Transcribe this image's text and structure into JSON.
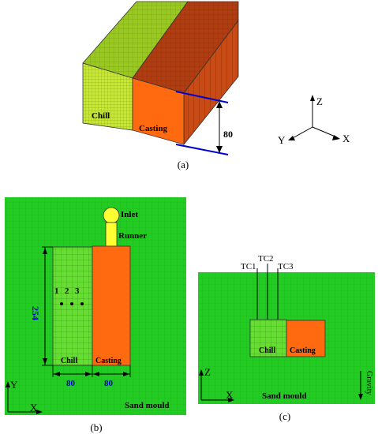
{
  "panel_a": {
    "caption": "(a)",
    "chill_label": "Chill",
    "casting_label": "Casting",
    "dim_height": "80",
    "axis_z": "Z",
    "axis_y": "Y",
    "axis_x": "X",
    "colors": {
      "chill": "#c8e832",
      "casting": "#ff6a10",
      "top_casting": "#b83c10",
      "side": "#c84a14",
      "dim": "#0000cc"
    }
  },
  "panel_b": {
    "caption": "(b)",
    "inlet_label": "Inlet",
    "runner_label": "Runner",
    "tc_numbers": [
      "1",
      "2",
      "3"
    ],
    "dim_length": "254",
    "chill_label": "Chill",
    "casting_label": "Casting",
    "dim_chill_width": "80",
    "dim_casting_width": "80",
    "axis_y": "Y",
    "axis_x": "X",
    "mould_label": "Sand mould",
    "colors": {
      "sand": "#22cc22",
      "inlet": "#ffff33",
      "chill": "#66dd33",
      "casting": "#ff6a10"
    }
  },
  "panel_c": {
    "caption": "(c)",
    "tc_labels": [
      "TC1",
      "TC2",
      "TC3"
    ],
    "chill_label": "Chill",
    "casting_label": "Casting",
    "axis_z": "Z",
    "axis_x": "X",
    "mould_label": "Sand mould",
    "gravity_label": "Gravity"
  }
}
